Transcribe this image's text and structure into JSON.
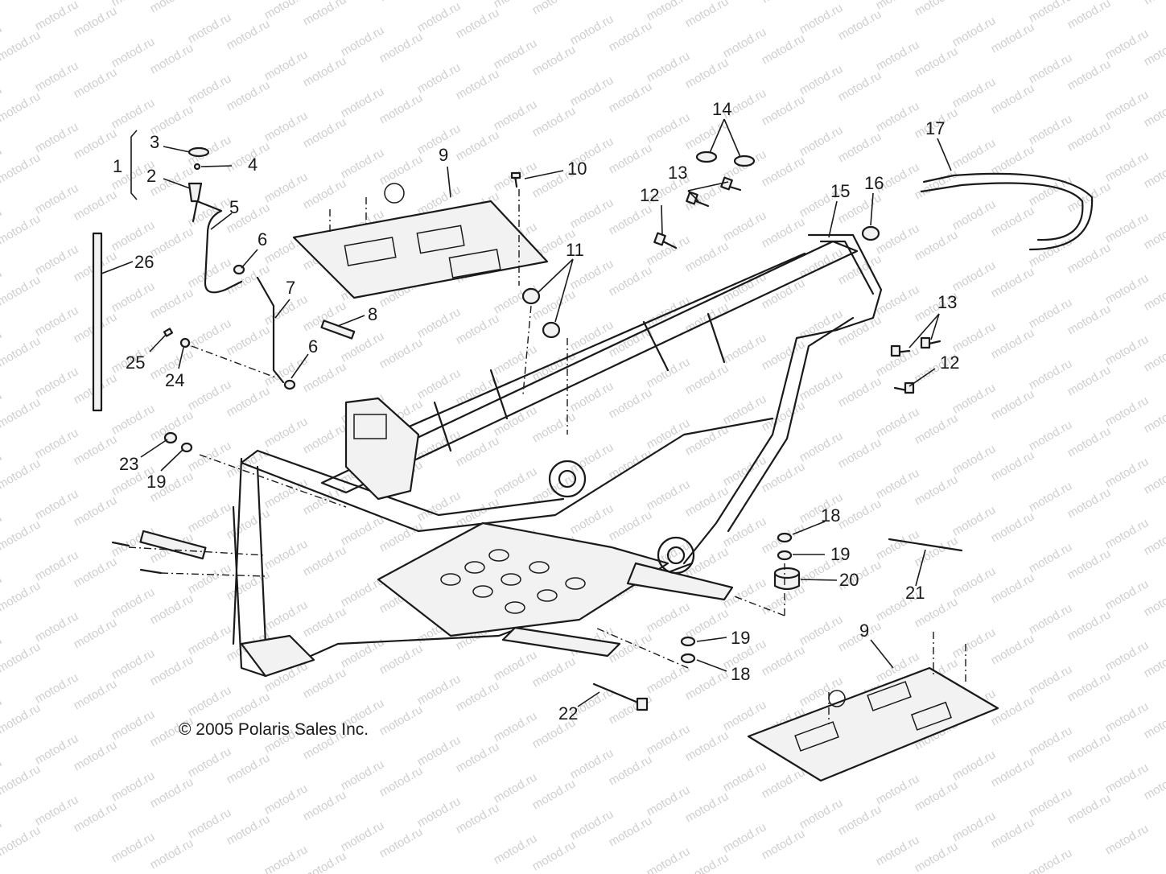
{
  "watermark": "motod.ru",
  "copyright": "© 2005 Polaris Sales Inc.",
  "callouts": {
    "c1": "1",
    "c2": "2",
    "c3": "3",
    "c4": "4",
    "c5": "5",
    "c6a": "6",
    "c6b": "6",
    "c7": "7",
    "c8": "8",
    "c9a": "9",
    "c9b": "9",
    "c10": "10",
    "c11": "11",
    "c12a": "12",
    "c12b": "12",
    "c13a": "13",
    "c13b": "13",
    "c14": "14",
    "c15": "15",
    "c16": "16",
    "c17": "17",
    "c18a": "18",
    "c18b": "18",
    "c19a": "19",
    "c19b": "19",
    "c19c": "19",
    "c20": "20",
    "c21": "21",
    "c22": "22",
    "c23": "23",
    "c24": "24",
    "c25": "25",
    "c26": "26"
  }
}
